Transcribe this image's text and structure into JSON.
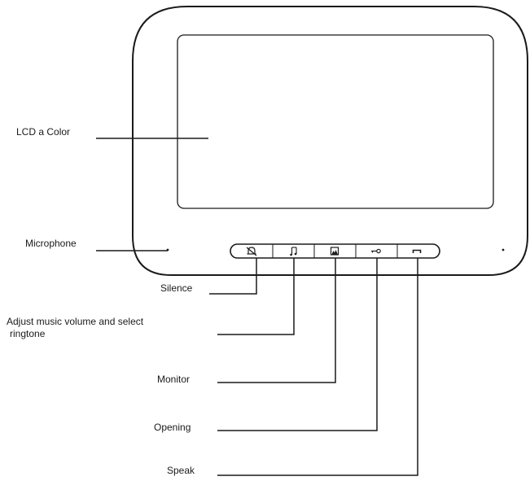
{
  "labels": {
    "lcd": "LCD a Color",
    "microphone": "Microphone",
    "silence": "Silence",
    "music_line1": "Adjust music volume and select",
    "music_line2": "ringtone",
    "monitor": "Monitor",
    "opening": "Opening",
    "speak": "Speak"
  },
  "buttons": [
    {
      "name": "silence-button",
      "icon": "bell-muted-icon"
    },
    {
      "name": "music-button",
      "icon": "music-note-icon"
    },
    {
      "name": "monitor-button",
      "icon": "monitor-icon"
    },
    {
      "name": "opening-button",
      "icon": "key-icon"
    },
    {
      "name": "speak-button",
      "icon": "handset-icon"
    }
  ],
  "colors": {
    "stroke": "#1a1a1a",
    "text": "#1a1a1a",
    "background": "#ffffff"
  }
}
